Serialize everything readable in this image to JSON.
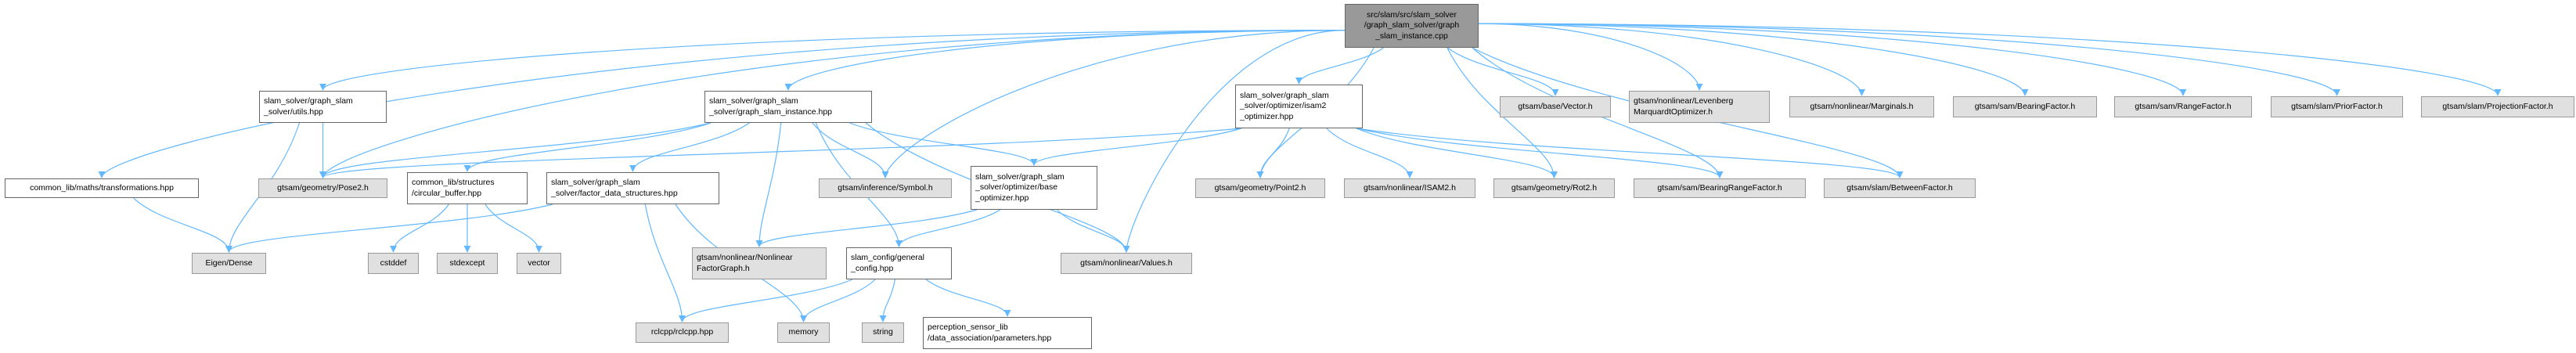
{
  "title": "Include dependency graph for src/slam/src/slam_solver/graph_slam_solver/graph_slam_instance.cpp",
  "colors": {
    "edge": "#63b8ff",
    "root_fill": "#999999",
    "external_fill": "#e0e0e0",
    "local_fill": "#ffffff"
  },
  "nodes": [
    {
      "id": "root",
      "label": "src/slam/src/slam_solver\n/graph_slam_solver/graph\n_slam_instance.cpp",
      "kind": "root"
    },
    {
      "id": "transformations",
      "label": "common_lib/maths/transformations.hpp",
      "kind": "local"
    },
    {
      "id": "utils",
      "label": "slam_solver/graph_slam\n_solver/utils.hpp",
      "kind": "local"
    },
    {
      "id": "instance",
      "label": "slam_solver/graph_slam\n_solver/graph_slam_instance.hpp",
      "kind": "local"
    },
    {
      "id": "isam2",
      "label": "slam_solver/graph_slam\n_solver/optimizer/isam2\n_optimizer.hpp",
      "kind": "local"
    },
    {
      "id": "vector_h",
      "label": "gtsam/base/Vector.h",
      "kind": "ext"
    },
    {
      "id": "levenberg",
      "label": "gtsam/nonlinear/Levenberg\nMarquardtOptimizer.h",
      "kind": "ext"
    },
    {
      "id": "marginals",
      "label": "gtsam/nonlinear/Marginals.h",
      "kind": "ext"
    },
    {
      "id": "bearing",
      "label": "gtsam/sam/BearingFactor.h",
      "kind": "ext"
    },
    {
      "id": "range",
      "label": "gtsam/sam/RangeFactor.h",
      "kind": "ext"
    },
    {
      "id": "prior",
      "label": "gtsam/slam/PriorFactor.h",
      "kind": "ext"
    },
    {
      "id": "projection",
      "label": "gtsam/slam/ProjectionFactor.h",
      "kind": "ext"
    },
    {
      "id": "pose2",
      "label": "gtsam/geometry/Pose2.h",
      "kind": "ext"
    },
    {
      "id": "circular",
      "label": "common_lib/structures\n/circular_buffer.hpp",
      "kind": "local"
    },
    {
      "id": "factordata",
      "label": "slam_solver/graph_slam\n_solver/factor_data_structures.hpp",
      "kind": "local"
    },
    {
      "id": "symbol",
      "label": "gtsam/inference/Symbol.h",
      "kind": "ext"
    },
    {
      "id": "baseopt",
      "label": "slam_solver/graph_slam\n_solver/optimizer/base\n_optimizer.hpp",
      "kind": "local"
    },
    {
      "id": "point2",
      "label": "gtsam/geometry/Point2.h",
      "kind": "ext"
    },
    {
      "id": "isam2h",
      "label": "gtsam/nonlinear/ISAM2.h",
      "kind": "ext"
    },
    {
      "id": "rot2",
      "label": "gtsam/geometry/Rot2.h",
      "kind": "ext"
    },
    {
      "id": "bearingrange",
      "label": "gtsam/sam/BearingRangeFactor.h",
      "kind": "ext"
    },
    {
      "id": "between",
      "label": "gtsam/slam/BetweenFactor.h",
      "kind": "ext"
    },
    {
      "id": "eigen",
      "label": "Eigen/Dense",
      "kind": "ext"
    },
    {
      "id": "cstddef",
      "label": "cstddef",
      "kind": "ext"
    },
    {
      "id": "stdexcept",
      "label": "stdexcept",
      "kind": "ext"
    },
    {
      "id": "vector",
      "label": "vector",
      "kind": "ext"
    },
    {
      "id": "nfg",
      "label": "gtsam/nonlinear/Nonlinear\nFactorGraph.h",
      "kind": "ext"
    },
    {
      "id": "genconfig",
      "label": "slam_config/general\n_config.hpp",
      "kind": "local"
    },
    {
      "id": "values",
      "label": "gtsam/nonlinear/Values.h",
      "kind": "ext"
    },
    {
      "id": "rclcpp",
      "label": "rclcpp/rclcpp.hpp",
      "kind": "ext"
    },
    {
      "id": "memory",
      "label": "memory",
      "kind": "ext"
    },
    {
      "id": "string",
      "label": "string",
      "kind": "ext"
    },
    {
      "id": "params",
      "label": "perception_sensor_lib\n/data_association/parameters.hpp",
      "kind": "local"
    }
  ],
  "edges": [
    [
      "root",
      "transformations"
    ],
    [
      "root",
      "utils"
    ],
    [
      "root",
      "instance"
    ],
    [
      "root",
      "pose2"
    ],
    [
      "root",
      "symbol"
    ],
    [
      "root",
      "isam2"
    ],
    [
      "root",
      "values"
    ],
    [
      "root",
      "point2"
    ],
    [
      "root",
      "rot2"
    ],
    [
      "root",
      "bearingrange"
    ],
    [
      "root",
      "between"
    ],
    [
      "root",
      "vector_h"
    ],
    [
      "root",
      "levenberg"
    ],
    [
      "root",
      "marginals"
    ],
    [
      "root",
      "bearing"
    ],
    [
      "root",
      "range"
    ],
    [
      "root",
      "prior"
    ],
    [
      "root",
      "projection"
    ],
    [
      "utils",
      "eigen"
    ],
    [
      "utils",
      "pose2"
    ],
    [
      "instance",
      "pose2"
    ],
    [
      "instance",
      "circular"
    ],
    [
      "instance",
      "factordata"
    ],
    [
      "instance",
      "symbol"
    ],
    [
      "instance",
      "nfg"
    ],
    [
      "instance",
      "genconfig"
    ],
    [
      "instance",
      "baseopt"
    ],
    [
      "instance",
      "values"
    ],
    [
      "isam2",
      "pose2"
    ],
    [
      "isam2",
      "baseopt"
    ],
    [
      "isam2",
      "point2"
    ],
    [
      "isam2",
      "isam2h"
    ],
    [
      "isam2",
      "rot2"
    ],
    [
      "isam2",
      "bearingrange"
    ],
    [
      "isam2",
      "between"
    ],
    [
      "transformations",
      "eigen"
    ],
    [
      "circular",
      "cstddef"
    ],
    [
      "circular",
      "stdexcept"
    ],
    [
      "circular",
      "vector"
    ],
    [
      "factordata",
      "eigen"
    ],
    [
      "factordata",
      "rclcpp"
    ],
    [
      "factordata",
      "memory"
    ],
    [
      "baseopt",
      "nfg"
    ],
    [
      "baseopt",
      "genconfig"
    ],
    [
      "baseopt",
      "values"
    ],
    [
      "genconfig",
      "rclcpp"
    ],
    [
      "genconfig",
      "memory"
    ],
    [
      "genconfig",
      "string"
    ],
    [
      "genconfig",
      "params"
    ]
  ]
}
